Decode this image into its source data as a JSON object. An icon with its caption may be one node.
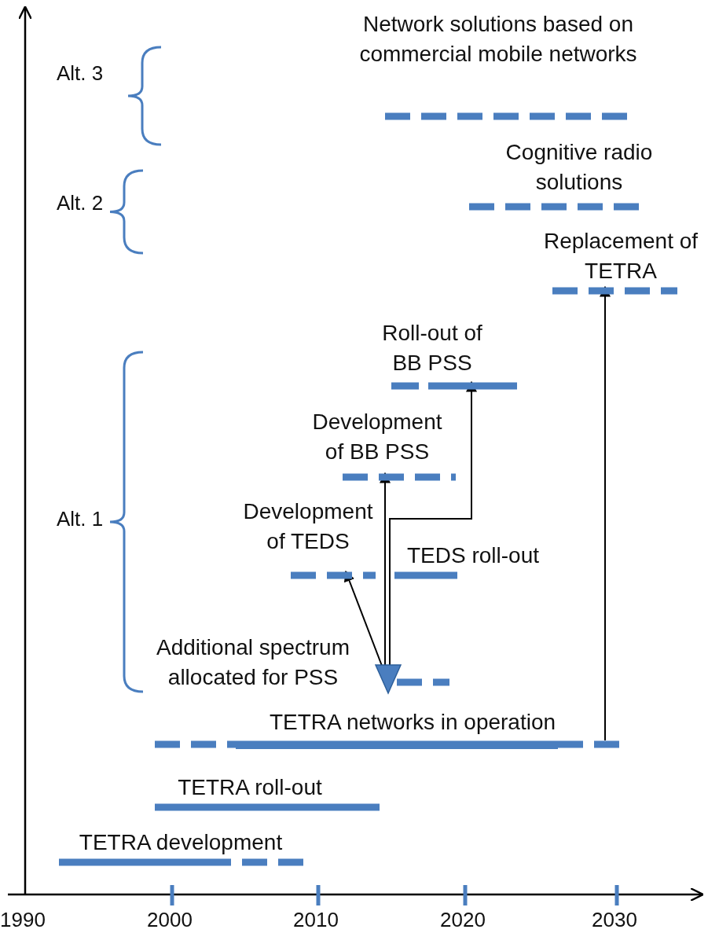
{
  "diagram": {
    "nodes": [
      {
        "text": [
          "Network solutions based on commercial mobile networks"
        ]
      },
      {
        "text": [
          "Cognitive radio solutions"
        ]
      },
      {
        "text": [
          "Replacement of TETRA"
        ]
      },
      {
        "text": [
          "Roll-out of BB PSS"
        ]
      },
      {
        "text": [
          "Development of BB PSS"
        ]
      },
      {
        "text": [
          "Development of TEDS"
        ]
      },
      {
        "text": [
          "TEDS roll-out"
        ]
      },
      {
        "text": [
          "Additional spectrum allocated for PSS"
        ]
      },
      {
        "text": [
          "TETRA  networks in operation"
        ]
      },
      {
        "text": [
          "TETRA roll-out"
        ]
      },
      {
        "text": [
          "TETRA  development"
        ]
      }
    ],
    "edges": [
      {
        "from": 7,
        "to": 5,
        "arrow": "to"
      },
      {
        "from": 7,
        "to": 4,
        "arrow": "to"
      },
      {
        "from": 7,
        "to": 3,
        "arrow": "to"
      },
      {
        "from": 8,
        "to": 2,
        "arrow": "to"
      }
    ],
    "labels": [
      "Alt. 3",
      "Alt. 2",
      "Alt. 1",
      "1990",
      "2000",
      "2010",
      "2020",
      "2030"
    ]
  }
}
